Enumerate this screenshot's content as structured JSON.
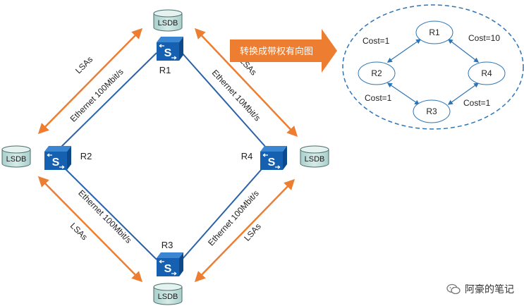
{
  "routers": [
    {
      "id": "r1",
      "label": "R1"
    },
    {
      "id": "r2",
      "label": "R2"
    },
    {
      "id": "r3",
      "label": "R3"
    },
    {
      "id": "r4",
      "label": "R4"
    }
  ],
  "router_glyph": "S",
  "lsdb_label": "LSDB",
  "lsas_label": "LSAs",
  "links": {
    "r1_r2": "Ethernet 100Mbit/s",
    "r1_r4": "Ethernet 10Mbit/s",
    "r2_r3": "Ethernet 100Mbit/s",
    "r3_r4": "Ethernet 100Mbit/s"
  },
  "banner": "转换成带权有向图",
  "graph": {
    "nodes": [
      "R1",
      "R2",
      "R3",
      "R4"
    ],
    "costs": {
      "r1_r2": "Cost=1",
      "r1_r4": "Cost=10",
      "r2_r3": "Cost=1",
      "r3_r4": "Cost=1"
    }
  },
  "watermark": "阿豪的笔记",
  "colors": {
    "link": "#2a62a8",
    "lsa_arrow": "#ed7d31",
    "router": "#1560b0",
    "lsdb_fill": "#c9e3e0",
    "graph_border": "#2e75b6"
  }
}
